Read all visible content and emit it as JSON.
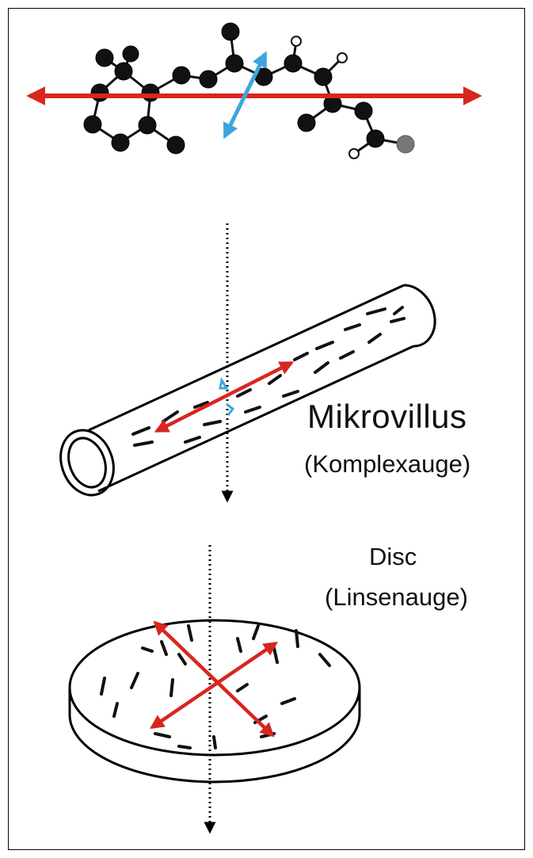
{
  "labels": {
    "mikrovillus": "Mikrovillus",
    "komplexauge": "(Komplexauge)",
    "disc": "Disc",
    "linsenauge": "(Linsenauge)"
  },
  "colors": {
    "red_arrow": "#d8261f",
    "blue_arrow": "#3ea6dc",
    "atom_black": "#111111",
    "atom_grey": "#777777",
    "line": "#000000"
  }
}
